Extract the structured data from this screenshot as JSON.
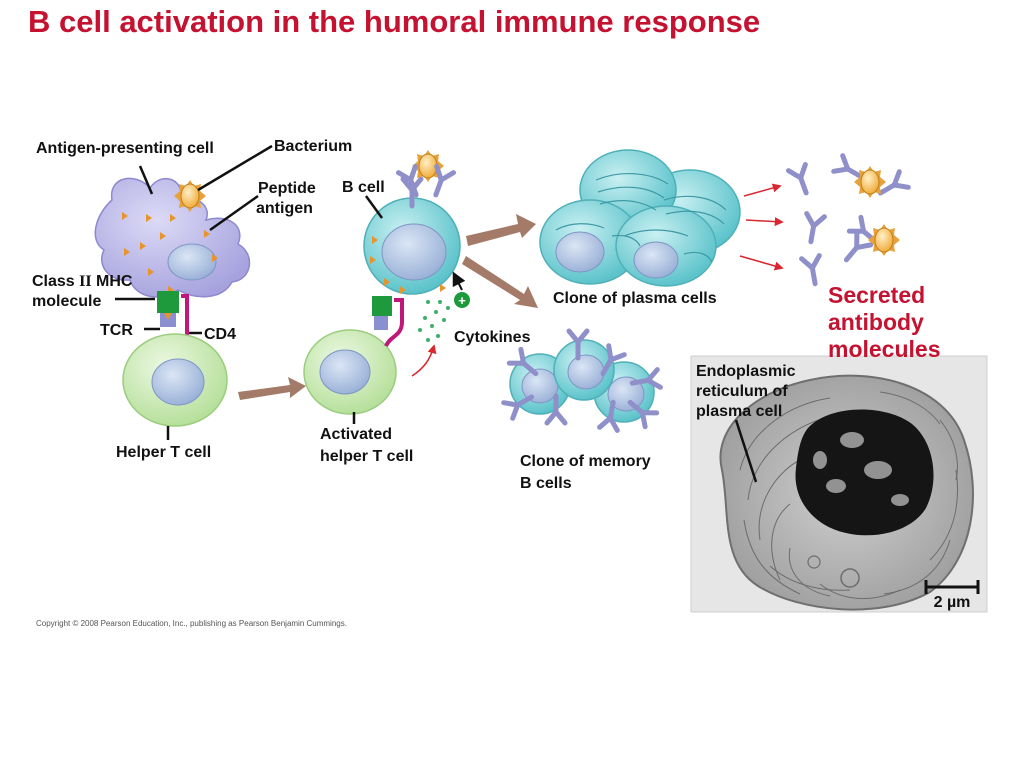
{
  "title": "B cell activation in the humoral immune response",
  "labels": {
    "apc": "Antigen-presenting cell",
    "bacterium": "Bacterium",
    "peptide_1": "Peptide",
    "peptide_2": "antigen",
    "b_cell": "B cell",
    "mhc_1a": "Class ",
    "mhc_1b": "II",
    "mhc_1c": " MHC",
    "mhc_2": "molecule",
    "tcr": "TCR",
    "cd4": "CD4",
    "helper_t": "Helper T cell",
    "activated_1": "Activated",
    "activated_2": "helper T cell",
    "cytokines": "Cytokines",
    "plasma_clone": "Clone of plasma cells",
    "memory_1": "Clone of memory",
    "memory_2": "B cells",
    "secreted_1": "Secreted",
    "secreted_2": "antibody",
    "secreted_3": "molecules",
    "er_1": "Endoplasmic",
    "er_2": "reticulum of",
    "er_3": "plasma cell",
    "scale": "2 µm",
    "plus": "+"
  },
  "copyright": "Copyright © 2008 Pearson Education, Inc., publishing as Pearson Benjamin Cummings.",
  "colors": {
    "title_red": "#c41230",
    "apc_purple": "#b7b4e4",
    "bcell_cyan": "#7fd0d6",
    "tcell_green": "#c8e9b4",
    "nucleus": "#a9bedf",
    "antibody": "#8f8fc9",
    "arrow_brown": "#a47a68",
    "mhc_green": "#1e9a3c",
    "cd4_magenta": "#c0187a"
  }
}
